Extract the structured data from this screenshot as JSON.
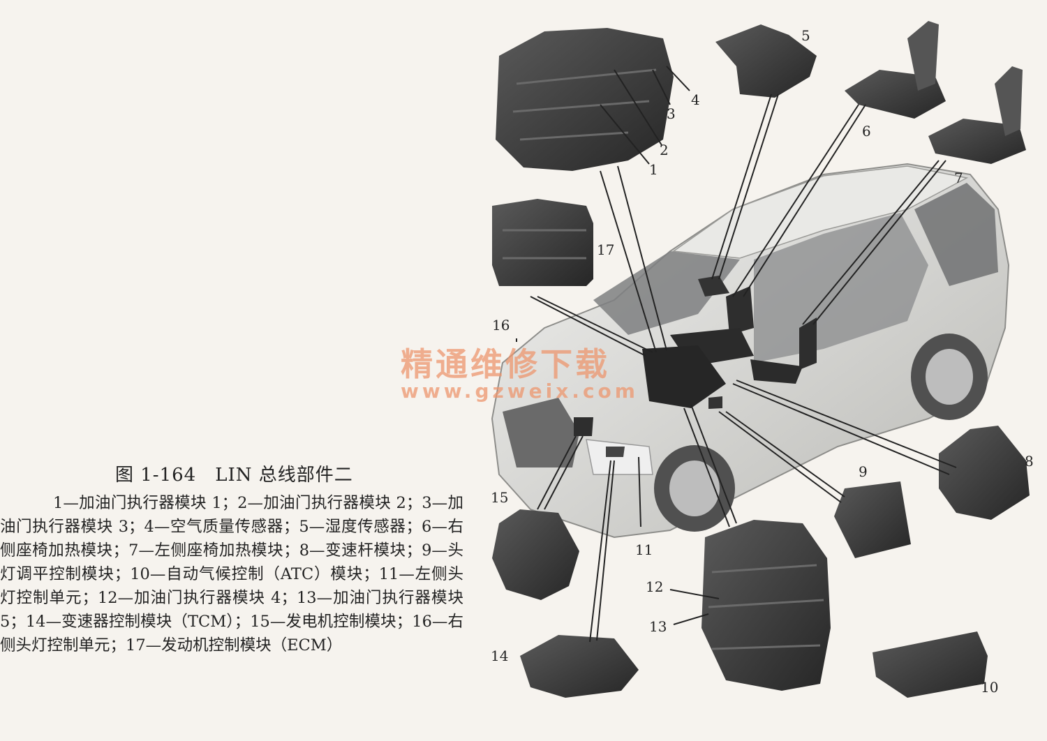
{
  "figure": {
    "title": "图 1-164　LIN 总线部件二",
    "legend": "1—加油门执行器模块 1；2—加油门执行器模块 2；3—加油门执行器模块 3；4—空气质量传感器；5—湿度传感器；6—右侧座椅加热模块；7—左侧座椅加热模块；8—变速杆模块；9—头灯调平控制模块；10—自动气候控制（ATC）模块；11—左侧头灯控制单元；12—加油门执行器模块 4；13—加油门执行器模块 5；14—变速器控制模块（TCM）；15—发电机控制模块；16—右侧头灯控制单元；17—发动机控制模块（ECM）"
  },
  "callouts": {
    "c1": "1",
    "c2": "2",
    "c3": "3",
    "c4": "4",
    "c5": "5",
    "c6": "6",
    "c7": "7",
    "c8": "8",
    "c9": "9",
    "c10": "10",
    "c11": "11",
    "c12": "12",
    "c13": "13",
    "c14": "14",
    "c15": "15",
    "c16": "16",
    "c17": "17"
  },
  "watermark": {
    "text": "精通维修下载",
    "url": "www.gzweix.com"
  },
  "colors": {
    "component": "#3a3a3a",
    "car_body": "#d9d9d6",
    "leader_line": "#222222",
    "watermark": "#ec966e"
  }
}
